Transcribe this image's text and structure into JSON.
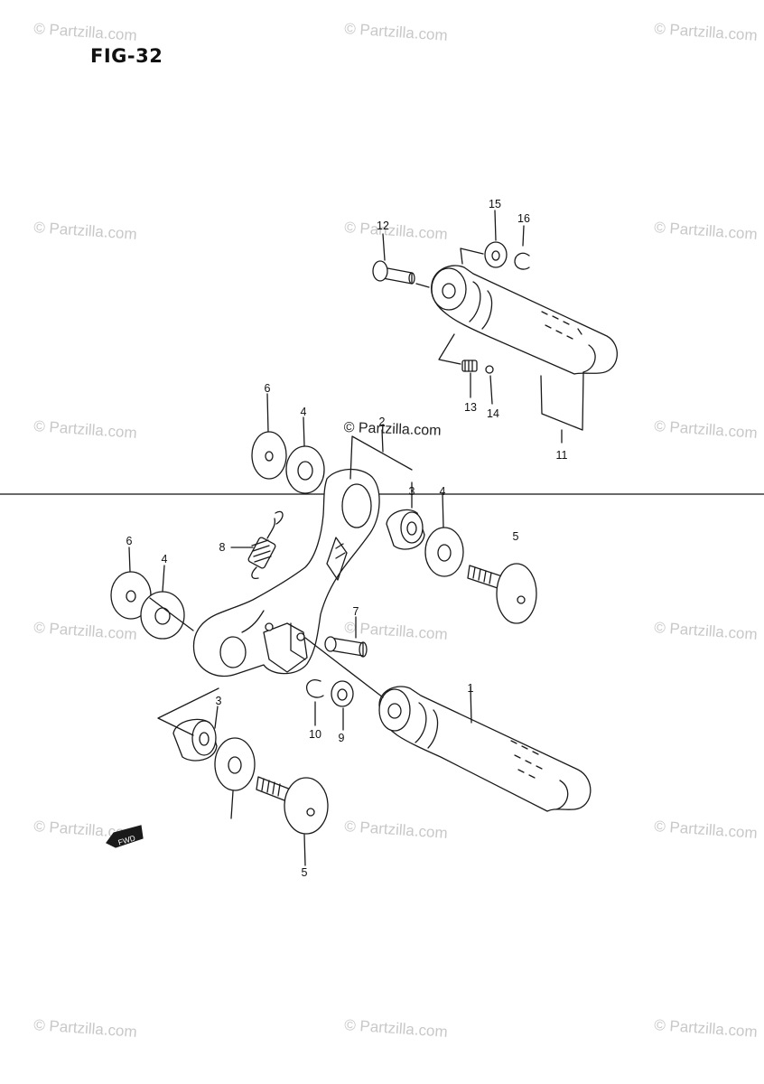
{
  "figure": {
    "title": "FIG-32"
  },
  "watermark": {
    "text": "© Partzilla.com"
  },
  "direction_arrow": {
    "label": "FWD"
  },
  "callouts": [
    "1",
    "2",
    "3",
    "3",
    "4",
    "4",
    "4",
    "5",
    "5",
    "6",
    "6",
    "7",
    "8",
    "9",
    "10",
    "11",
    "12",
    "13",
    "14",
    "15",
    "16"
  ]
}
